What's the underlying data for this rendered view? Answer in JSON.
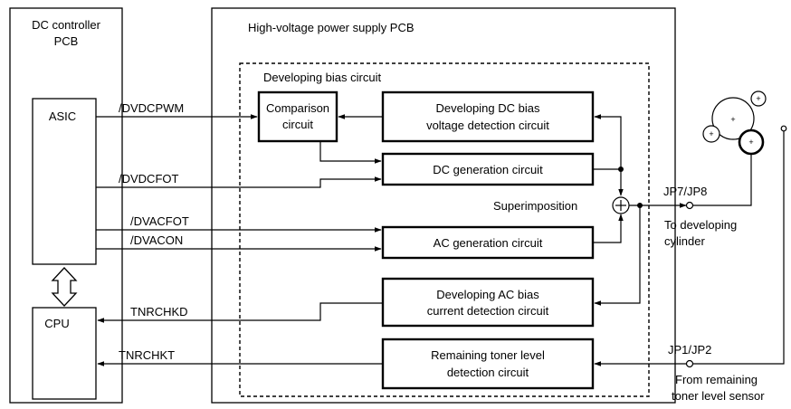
{
  "blocks": {
    "dc_controller": [
      "DC controller",
      "PCB"
    ],
    "asic": "ASIC",
    "cpu": "CPU",
    "hv_pcb": "High-voltage power supply PCB",
    "dev_bias": "Developing bias circuit",
    "comparison": [
      "Comparison",
      "circuit"
    ],
    "dc_detect": [
      "Developing DC bias",
      "voltage detection circuit"
    ],
    "dc_gen": "DC generation circuit",
    "ac_gen": "AC generation circuit",
    "ac_detect": [
      "Developing AC bias",
      "current detection circuit"
    ],
    "toner_detect": [
      "Remaining toner level",
      "detection circuit"
    ]
  },
  "signals": {
    "dvdcpwm": "/DVDCPWM",
    "dvdcfot": "/DVDCFOT",
    "dvacfot": "/DVACFOT",
    "dvacon": "/DVACON",
    "tnrchkd": "TNRCHKD",
    "tnrchkt": "TNRCHKT"
  },
  "labels": {
    "superimposition": "Superimposition",
    "jp78": "JP7/JP8",
    "to_dev": [
      "To developing",
      "cylinder"
    ],
    "jp12": "JP1/JP2",
    "from_toner": [
      "From remaining",
      "toner level sensor"
    ],
    "plus": "+"
  }
}
